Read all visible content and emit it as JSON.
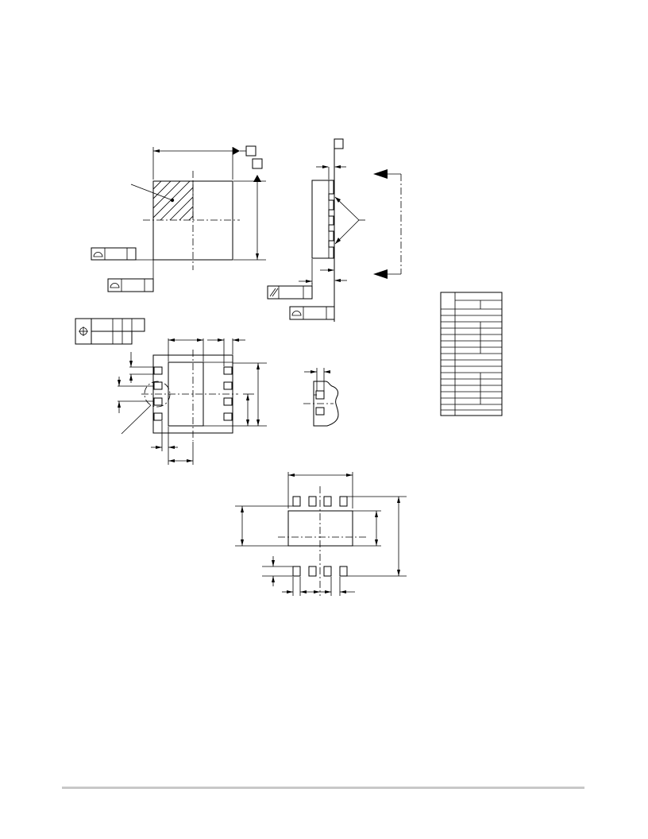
{
  "document": {
    "type": "package outline drawing",
    "views": [
      "top-view",
      "side-view",
      "bottom-view",
      "detail-view",
      "land-pattern"
    ],
    "dimension_table": {
      "columns": 3,
      "rows": 15
    }
  }
}
